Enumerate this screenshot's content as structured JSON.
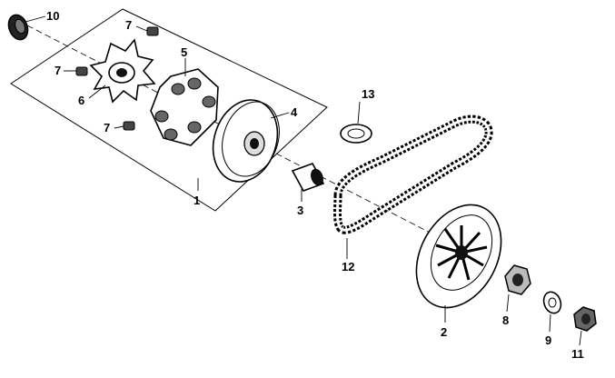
{
  "diagram": {
    "callouts": [
      {
        "id": "c1",
        "text": "1"
      },
      {
        "id": "c2",
        "text": "2"
      },
      {
        "id": "c3",
        "text": "3"
      },
      {
        "id": "c4",
        "text": "4"
      },
      {
        "id": "c5",
        "text": "5"
      },
      {
        "id": "c6",
        "text": "6"
      },
      {
        "id": "c7a",
        "text": "7"
      },
      {
        "id": "c7b",
        "text": "7"
      },
      {
        "id": "c7c",
        "text": "7"
      },
      {
        "id": "c8",
        "text": "8"
      },
      {
        "id": "c9",
        "text": "9"
      },
      {
        "id": "c10",
        "text": "10"
      },
      {
        "id": "c11",
        "text": "11"
      },
      {
        "id": "c12",
        "text": "12"
      },
      {
        "id": "c13",
        "text": "13"
      }
    ]
  }
}
